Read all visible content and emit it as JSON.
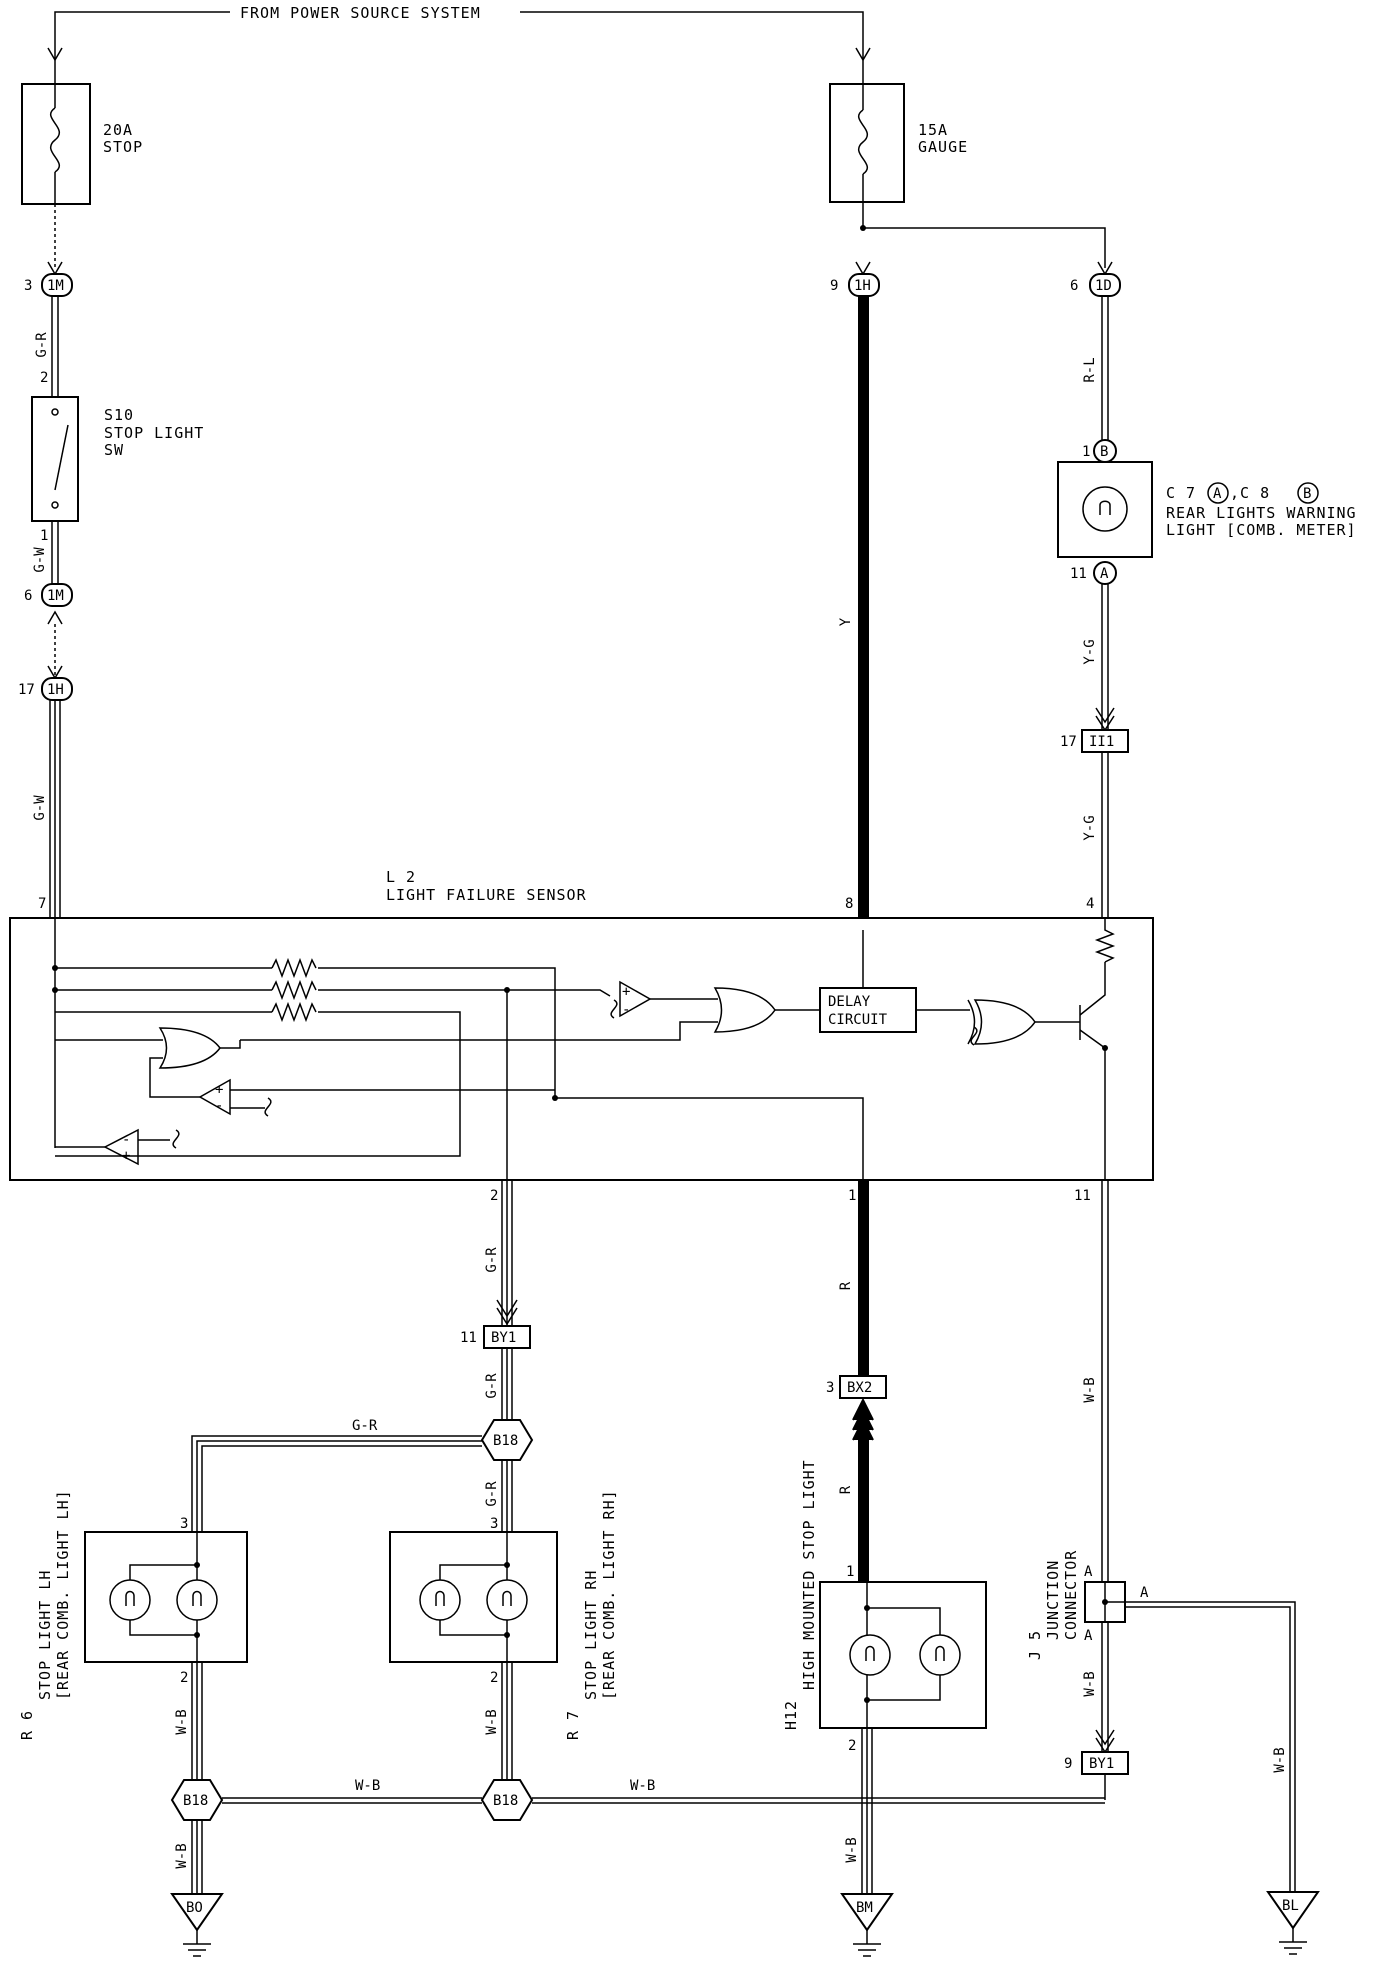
{
  "header": {
    "source": "FROM POWER SOURCE SYSTEM"
  },
  "fuses": {
    "stop": {
      "rating": "20A",
      "name": "STOP"
    },
    "gauge": {
      "rating": "15A",
      "name": "GAUGE"
    }
  },
  "connectors": {
    "c1m_top": {
      "pin": "3",
      "id": "1M"
    },
    "c1h_top": {
      "pin": "9",
      "id": "1H"
    },
    "c1d": {
      "pin": "6",
      "id": "1D"
    },
    "c1m_mid": {
      "pin": "6",
      "id": "1M"
    },
    "c1h_mid": {
      "pin": "17",
      "id": "1H"
    },
    "ii1": {
      "pin": "17",
      "id": "II1"
    },
    "by1_left": {
      "pin": "11",
      "id": "BY1"
    },
    "bx2": {
      "pin": "3",
      "id": "BX2"
    },
    "by1_right": {
      "pin": "9",
      "id": "BY1"
    },
    "b18_top": {
      "id": "B18"
    },
    "b18_bl": {
      "id": "B18"
    },
    "b18_br": {
      "id": "B18"
    }
  },
  "switch": {
    "code": "S10",
    "name1": "STOP LIGHT",
    "name2": "SW",
    "pin_top": "2",
    "pin_bot": "1"
  },
  "meter": {
    "code": "C 7",
    "conn_a": "A",
    "sep": ",C 8",
    "conn_b": "B",
    "name1": "REAR LIGHTS WARNING",
    "name2": "LIGHT [COMB. METER]",
    "pin_top": "1",
    "pin_top_conn": "B",
    "pin_bot": "11",
    "pin_bot_conn": "A"
  },
  "sensor": {
    "code": "L 2",
    "name": "LIGHT FAILURE SENSOR",
    "pin7": "7",
    "pin8": "8",
    "pin4": "4",
    "pin2": "2",
    "pin1": "1",
    "pin11": "11",
    "delay1": "DELAY",
    "delay2": "CIRCUIT"
  },
  "wires": {
    "gr1": "G-R",
    "gw1": "G-W",
    "gw2": "G-W",
    "y": "Y",
    "rl": "R-L",
    "yg1": "Y-G",
    "yg2": "Y-G",
    "gr2": "G-R",
    "gr3": "G-R",
    "gr4": "G-R",
    "gr5": "G-R",
    "r1": "R",
    "r2": "R",
    "wb1": "W-B",
    "wb2": "W-B",
    "wb3": "W-B",
    "wb4": "W-B",
    "wb5": "W-B",
    "wb6": "W-B",
    "wb7": "W-B",
    "wb8": "W-B",
    "wb9": "W-B"
  },
  "lamps": {
    "r6": {
      "code": "R 6",
      "name1": "STOP LIGHT LH",
      "name2": "[REAR COMB. LIGHT LH]",
      "pin_top": "3",
      "pin_bot": "2"
    },
    "r7": {
      "code": "R 7",
      "name1": "STOP LIGHT RH",
      "name2": "[REAR COMB. LIGHT RH]",
      "pin_top": "3",
      "pin_bot": "2"
    },
    "h12": {
      "code": "H12",
      "name": "HIGH MOUNTED STOP LIGHT",
      "pin_top": "1",
      "pin_bot": "2"
    }
  },
  "junction": {
    "code": "J 5",
    "name1": "JUNCTION",
    "name2": "CONNECTOR",
    "pin_a1": "A",
    "pin_a2": "A",
    "pin_a3": "A"
  },
  "grounds": {
    "bo": "BO",
    "bm": "BM",
    "bl": "BL"
  }
}
